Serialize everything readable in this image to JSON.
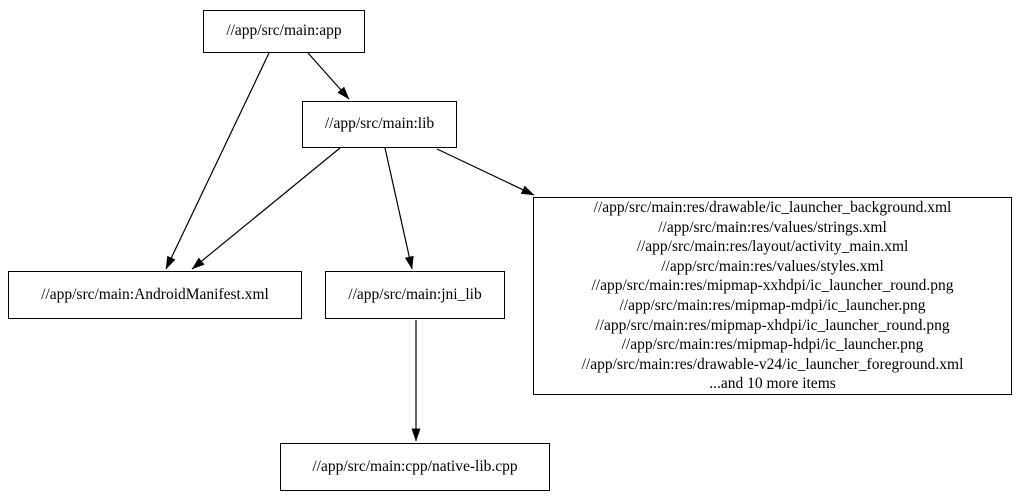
{
  "diagram": {
    "type": "dependency-graph",
    "colors": {
      "background": "#ffffff",
      "node_fill": "#ffffff",
      "node_border": "#000000",
      "text": "#000000",
      "edge": "#000000"
    },
    "nodes": [
      {
        "id": "app",
        "label": "//app/src/main:app"
      },
      {
        "id": "lib",
        "label": "//app/src/main:lib"
      },
      {
        "id": "manifest",
        "label": "//app/src/main:AndroidManifest.xml"
      },
      {
        "id": "jni_lib",
        "label": "//app/src/main:jni_lib"
      },
      {
        "id": "res",
        "lines": [
          "//app/src/main:res/drawable/ic_launcher_background.xml",
          "//app/src/main:res/values/strings.xml",
          "//app/src/main:res/layout/activity_main.xml",
          "//app/src/main:res/values/styles.xml",
          "//app/src/main:res/mipmap-xxhdpi/ic_launcher_round.png",
          "//app/src/main:res/mipmap-mdpi/ic_launcher.png",
          "//app/src/main:res/mipmap-xhdpi/ic_launcher_round.png",
          "//app/src/main:res/mipmap-hdpi/ic_launcher.png",
          "//app/src/main:res/drawable-v24/ic_launcher_foreground.xml",
          "...and 10 more items"
        ]
      },
      {
        "id": "cpp",
        "label": "//app/src/main:cpp/native-lib.cpp"
      }
    ],
    "edges": [
      {
        "from": "app",
        "to": "lib"
      },
      {
        "from": "app",
        "to": "manifest"
      },
      {
        "from": "lib",
        "to": "manifest"
      },
      {
        "from": "lib",
        "to": "jni_lib"
      },
      {
        "from": "lib",
        "to": "res"
      },
      {
        "from": "jni_lib",
        "to": "cpp"
      }
    ]
  }
}
